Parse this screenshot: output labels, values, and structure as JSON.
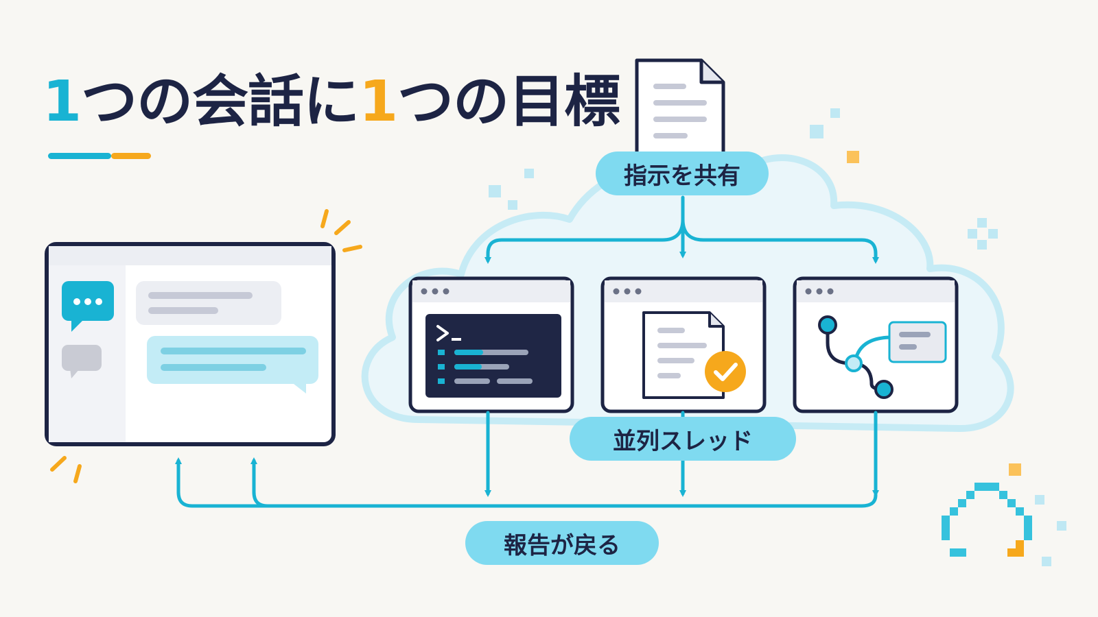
{
  "title": {
    "part1_num": "1",
    "part1_text": "つの会話に",
    "part2_num": "1",
    "part2_text": "つの目標"
  },
  "labels": {
    "share_instructions": "指示を共有",
    "parallel_threads": "並列スレッド",
    "reports_return": "報告が戻る"
  },
  "icons": {
    "chat_active": "speech-bubble-icon",
    "chat_inactive": "speech-bubble-icon",
    "document": "document-icon",
    "terminal": "terminal-icon",
    "prompt": "terminal-prompt-icon",
    "checkmark": "checkmark-icon",
    "branch": "git-branch-icon",
    "cloud": "cloud-icon"
  },
  "colors": {
    "navy": "#1d2444",
    "teal": "#19b3d3",
    "orange": "#f6a81c",
    "pill": "#7fdaf0",
    "cloud": "#e6f5fa"
  }
}
